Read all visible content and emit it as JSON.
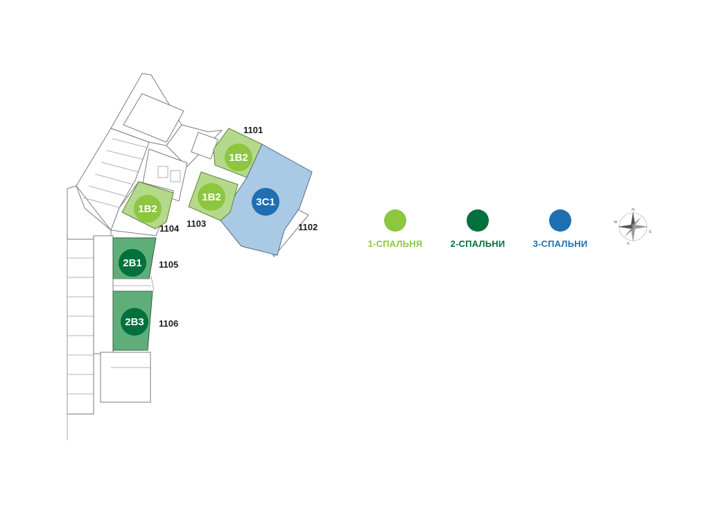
{
  "colors": {
    "one_bed": "#8dc63f",
    "two_bed": "#00703c",
    "three_bed": "#1f6fb2",
    "one_bed_fill": "#b5d98a",
    "two_bed_fill": "#5fae7a",
    "three_bed_fill": "#a9c9e4"
  },
  "units": [
    {
      "number": "1101",
      "type": "1B2",
      "category": "one_bed"
    },
    {
      "number": "1102",
      "type": "3C1",
      "category": "three_bed"
    },
    {
      "number": "1103",
      "type": "1B2",
      "category": "one_bed"
    },
    {
      "number": "1104",
      "type": "1B2",
      "category": "one_bed"
    },
    {
      "number": "1105",
      "type": "2B1",
      "category": "two_bed"
    },
    {
      "number": "1106",
      "type": "2B3",
      "category": "two_bed"
    }
  ],
  "legend": [
    {
      "label": "1-СПАЛЬНЯ",
      "color": "#8dc63f"
    },
    {
      "label": "2-СПАЛЬНИ",
      "color": "#00703c"
    },
    {
      "label": "3-СПАЛЬНИ",
      "color": "#1f6fb2"
    }
  ],
  "compass": {
    "n": "N",
    "s": "S",
    "e": "E",
    "w": "W",
    "icon": "compass-rose-icon"
  }
}
